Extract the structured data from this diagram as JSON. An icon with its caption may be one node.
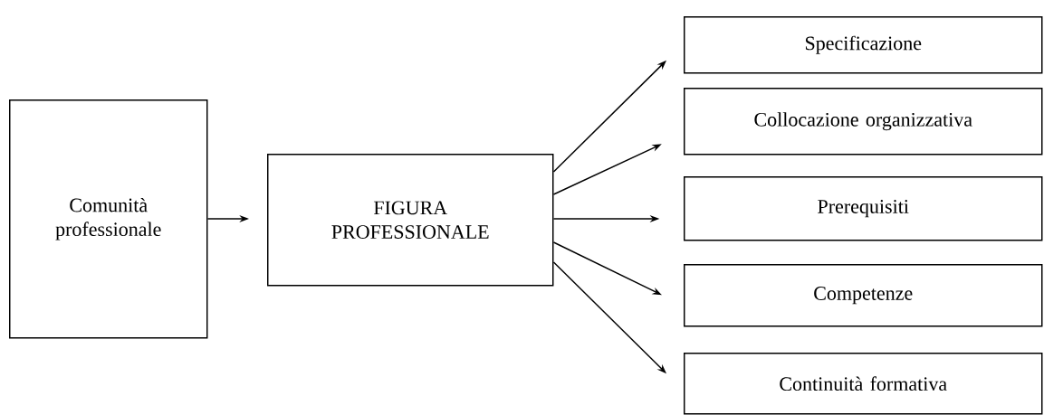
{
  "diagram": {
    "nodes": [
      {
        "text": [
          "Comunità professionale"
        ]
      },
      {
        "text": [
          "FIGURA PROFESSIONALE"
        ]
      },
      {
        "text": [
          "Specificazione"
        ]
      },
      {
        "text": [
          "Collocazione organizzativa"
        ]
      },
      {
        "text": [
          "Prerequisiti"
        ]
      },
      {
        "text": [
          "Competenze"
        ]
      },
      {
        "text": [
          "Continuità formativa"
        ]
      }
    ],
    "edges": [
      {
        "from": 0,
        "to": 1,
        "arrow": "to"
      },
      {
        "from": 1,
        "to": 2,
        "arrow": "to"
      },
      {
        "from": 1,
        "to": 3,
        "arrow": "to"
      },
      {
        "from": 1,
        "to": 4,
        "arrow": "to"
      },
      {
        "from": 1,
        "to": 5,
        "arrow": "to"
      },
      {
        "from": 1,
        "to": 6,
        "arrow": "to"
      }
    ]
  }
}
